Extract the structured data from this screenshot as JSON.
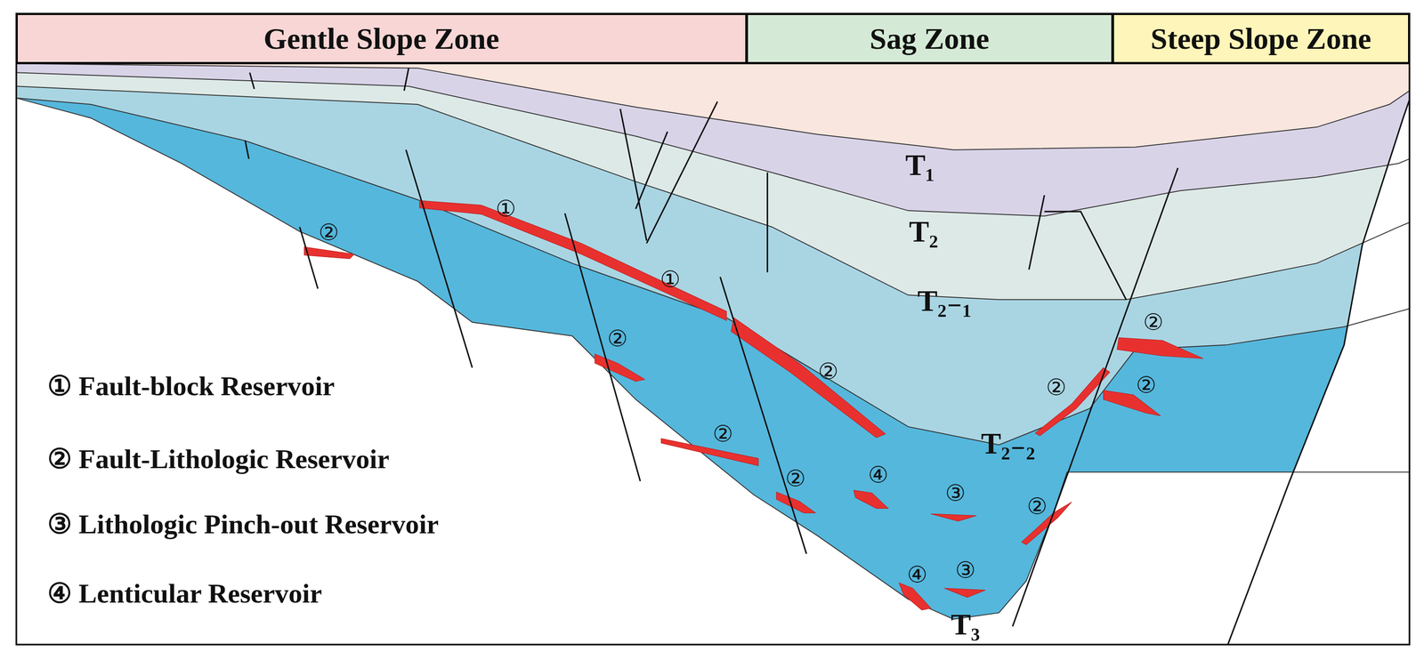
{
  "diagram": {
    "nodes": [
      {
        "text": [
          "Gentle Slope Zone"
        ]
      },
      {
        "text": [
          "Sag Zone"
        ]
      },
      {
        "text": [
          "Steep Slope Zone"
        ]
      }
    ],
    "labels": [
      "①",
      "②",
      "①",
      "②",
      "②",
      "②",
      "②",
      "②",
      "②",
      "②",
      "④",
      "③",
      "②",
      "④",
      "③",
      "T₁",
      "T₂",
      "T₂₋₁",
      "T₂₋₂",
      "T₃"
    ],
    "legend": [
      {
        "text": "① Fault-block Reservoir"
      },
      {
        "text": "② Fault-Lithologic Reservoir"
      },
      {
        "text": "③ Lithologic Pinch-out Reservoir"
      },
      {
        "text": "④ Lenticular Reservoir"
      }
    ]
  }
}
